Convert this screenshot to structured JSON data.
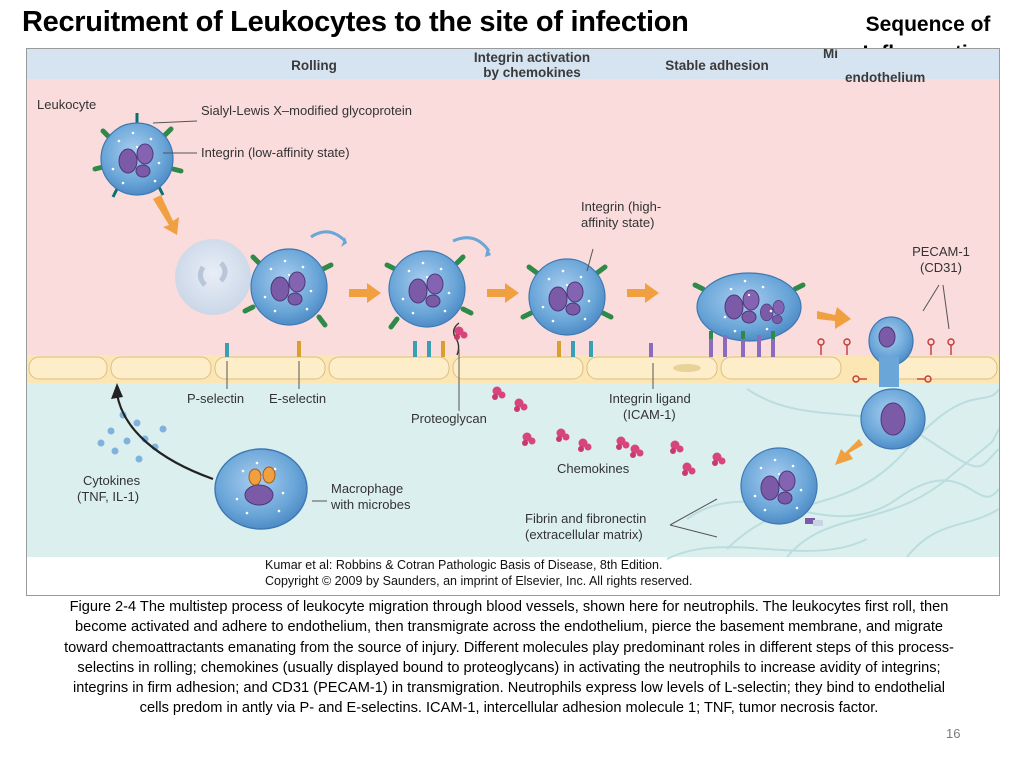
{
  "slide": {
    "title": "Recruitment of Leukocytes to the site of infection",
    "badge_line1": "Sequence of",
    "badge_line2": "Inflammation",
    "page_number": "16"
  },
  "figure": {
    "header_rolling": "Rolling",
    "header_integrin_line1": "Integrin activation",
    "header_integrin_line2": "by chemokines",
    "header_stable": "Stable adhesion",
    "header_migration_fragment": "Mi",
    "header_endothelium_fragment": "endothelium",
    "labels": {
      "leukocyte": "Leukocyte",
      "sialyl": "Sialyl-Lewis X–modified glycoprotein",
      "integrin_low": "Integrin (low-affinity state)",
      "integrin_high_line1": "Integrin (high-",
      "integrin_high_line2": "affinity state)",
      "pecam_line1": "PECAM-1",
      "pecam_line2": "(CD31)",
      "p_selectin": "P-selectin",
      "e_selectin": "E-selectin",
      "proteoglycan": "Proteoglycan",
      "integrin_ligand_line1": "Integrin ligand",
      "integrin_ligand_line2": "(ICAM-1)",
      "chemokines": "Chemokines",
      "cytokines_line1": "Cytokines",
      "cytokines_line2": "(TNF, IL-1)",
      "macrophage_line1": "Macrophage",
      "macrophage_line2": "with microbes",
      "fibrin_line1": "Fibrin and fibronectin",
      "fibrin_line2": "(extracellular matrix)"
    },
    "credit_line1": "Kumar et al: Robbins & Cotran Pathologic Basis of Disease, 8th Edition.",
    "credit_line2": "Copyright © 2009 by Saunders, an imprint of Elsevier, Inc. All rights reserved."
  },
  "caption": "Figure 2-4 The multistep process of leukocyte migration through blood vessels, shown here for neutrophils. The leukocytes first roll, then become activated and adhere to endothelium, then transmigrate across the endothelium, pierce the basement membrane, and migrate toward chemoattractants emanating from the source of injury. Different molecules play predominant roles in different steps of this process-selectins in rolling; chemokines (usually displayed bound to proteoglycans) in activating the neutrophils to increase avidity of integrins; integrins in firm adhesion; and CD31 (PECAM-1) in transmigration. Neutrophils express low levels of L-selectin; they bind to endothelial cells predom in antly via P- and E-selectins. ICAM-1, intercellular adhesion molecule 1; TNF, tumor necrosis factor.",
  "colors": {
    "vessel_lumen": "#fbdcdc",
    "tissue": "#dcefef",
    "header_band": "#d6e3f0",
    "endothelium": "#fbe6b4",
    "cell_blue": "#6aa6d8",
    "nucleus_purple": "#7b5ba8",
    "arrow_orange": "#f0a040",
    "chemokine_pink": "#d8457a"
  }
}
